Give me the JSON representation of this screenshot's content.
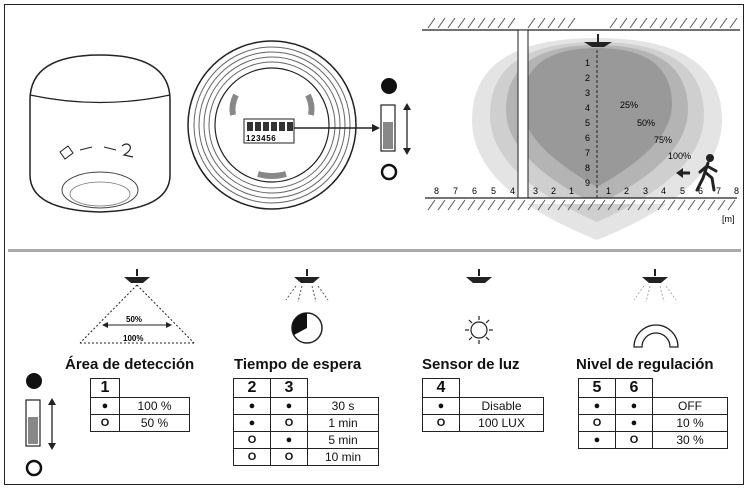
{
  "scale": {
    "x_ticks_left": [
      "8",
      "7",
      "6",
      "5",
      "4",
      "3",
      "2",
      "1"
    ],
    "x_ticks_right": [
      "1",
      "2",
      "3",
      "4",
      "5",
      "6",
      "7",
      "8"
    ],
    "y_ticks": [
      "1",
      "2",
      "3",
      "4",
      "5",
      "6",
      "7",
      "8",
      "9"
    ],
    "unit": "[m]",
    "coverage": [
      "25%",
      "50%",
      "75%",
      "100%"
    ]
  },
  "dip_labels": "123456",
  "diagram_labels": {
    "pct_50": "50%",
    "pct_100": "100%"
  },
  "sections": {
    "detection": {
      "title": "Área de detección",
      "headers": [
        "1"
      ],
      "rows": [
        [
          "●",
          "100 %"
        ],
        [
          "O",
          "50 %"
        ]
      ]
    },
    "time": {
      "title": "Tiempo de espera",
      "headers": [
        "2",
        "3"
      ],
      "rows": [
        [
          "●",
          "●",
          "30 s"
        ],
        [
          "●",
          "O",
          "1 min"
        ],
        [
          "O",
          "●",
          "5 min"
        ],
        [
          "O",
          "O",
          "10 min"
        ]
      ]
    },
    "light": {
      "title": "Sensor de luz",
      "headers": [
        "4"
      ],
      "rows": [
        [
          "●",
          "Disable"
        ],
        [
          "O",
          "100 LUX"
        ]
      ]
    },
    "dimming": {
      "title": "Nivel de regulación",
      "headers": [
        "5",
        "6"
      ],
      "rows": [
        [
          "●",
          "●",
          "OFF"
        ],
        [
          "O",
          "●",
          "10 %"
        ],
        [
          "●",
          "O",
          "30 %"
        ]
      ]
    }
  }
}
